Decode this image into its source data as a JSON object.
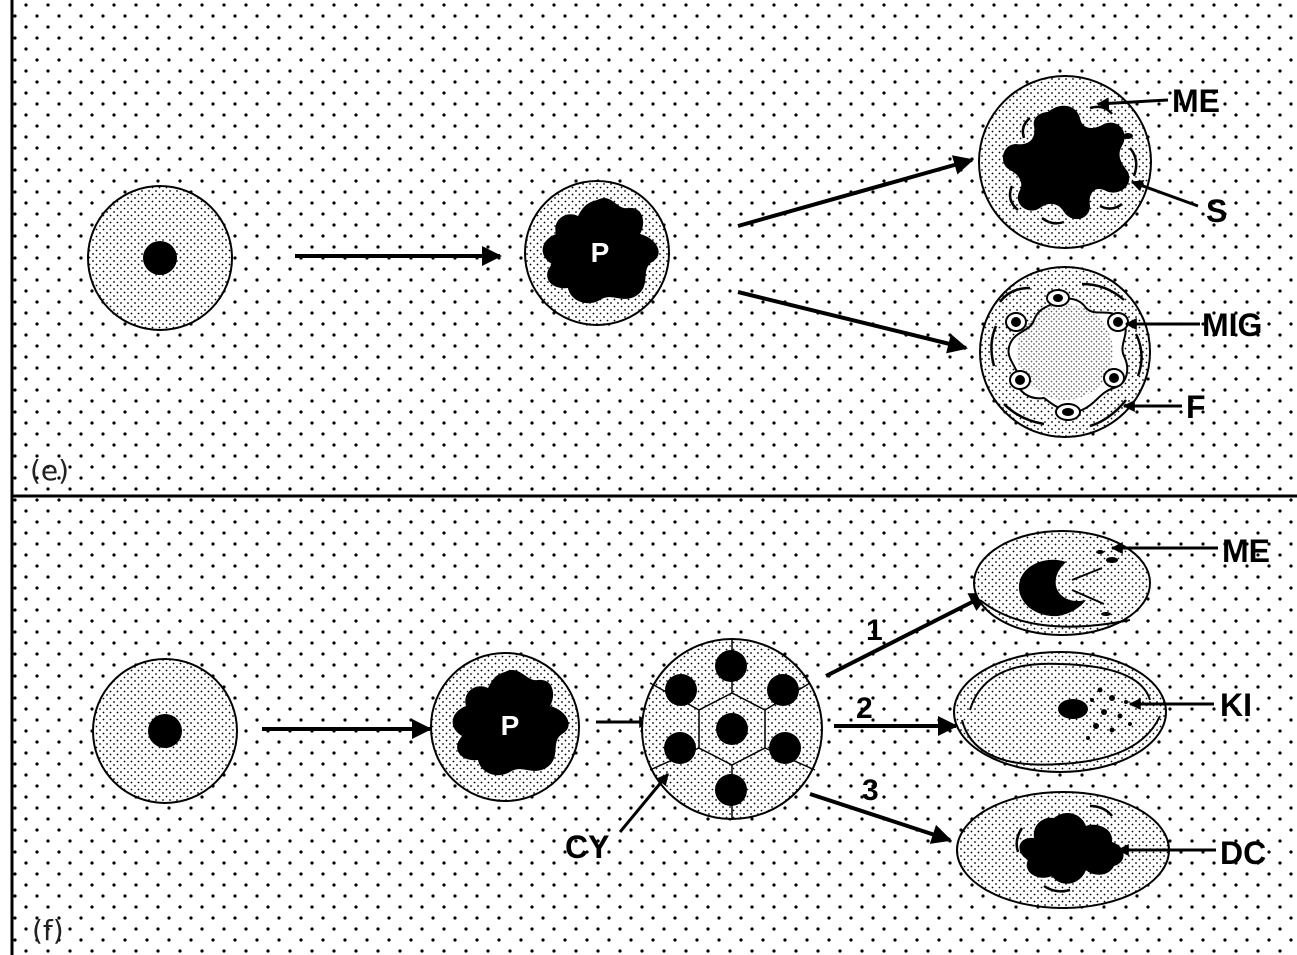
{
  "panels": {
    "e": {
      "panel_label": "(e)",
      "center_label": "P",
      "labels": {
        "me": "ME",
        "s": "S",
        "mig": "MIG",
        "f": "F"
      }
    },
    "f": {
      "panel_label": "(f)",
      "center_label": "P",
      "cy_label": "CY",
      "path_numbers": [
        "1",
        "2",
        "3"
      ],
      "labels": {
        "me": "ME",
        "ki": "KI",
        "dc": "DC"
      }
    }
  },
  "colors": {
    "ink": "#000000",
    "background": "#ffffff"
  }
}
